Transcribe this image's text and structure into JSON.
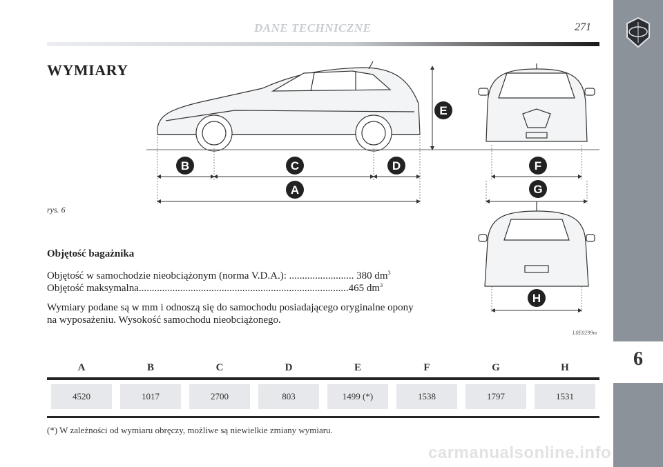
{
  "header": {
    "title": "DANE TECHNICZNE",
    "page_number": "271"
  },
  "sidebar": {
    "chapter": "6"
  },
  "section_title": "WYMIARY",
  "figure": {
    "label": "rys. 6",
    "code": "L0E0299m",
    "markers": [
      "A",
      "B",
      "C",
      "D",
      "E",
      "F",
      "G",
      "H"
    ]
  },
  "trunk": {
    "title": "Objętość bagażnika",
    "line1_text": "Objętość w samochodzie nieobciążonym (norma V.D.A.): ......................... 380 dm",
    "line1_sup": "3",
    "line2_text": "Objętość maksymalna.................................................................................465 dm",
    "line2_sup": "3"
  },
  "note": "Wymiary podane są w mm i odnoszą się do samochodu posiadającego oryginalne opony na wyposażeniu. Wysokość samochodu nieobciążonego.",
  "table": {
    "headers": [
      "A",
      "B",
      "C",
      "D",
      "E",
      "F",
      "G",
      "H"
    ],
    "values": [
      "4520",
      "1017",
      "2700",
      "803",
      "1499 (*)",
      "1538",
      "1797",
      "1531"
    ]
  },
  "footnote": "(*) W zależności od wymiaru obręczy, możliwe są niewielkie zmiany wymiaru.",
  "watermark": "carmanualsonline.info",
  "colors": {
    "sidebar": "#8c9299",
    "cell_bg": "#e6e8eb",
    "header_title": "#c9ccd1"
  }
}
